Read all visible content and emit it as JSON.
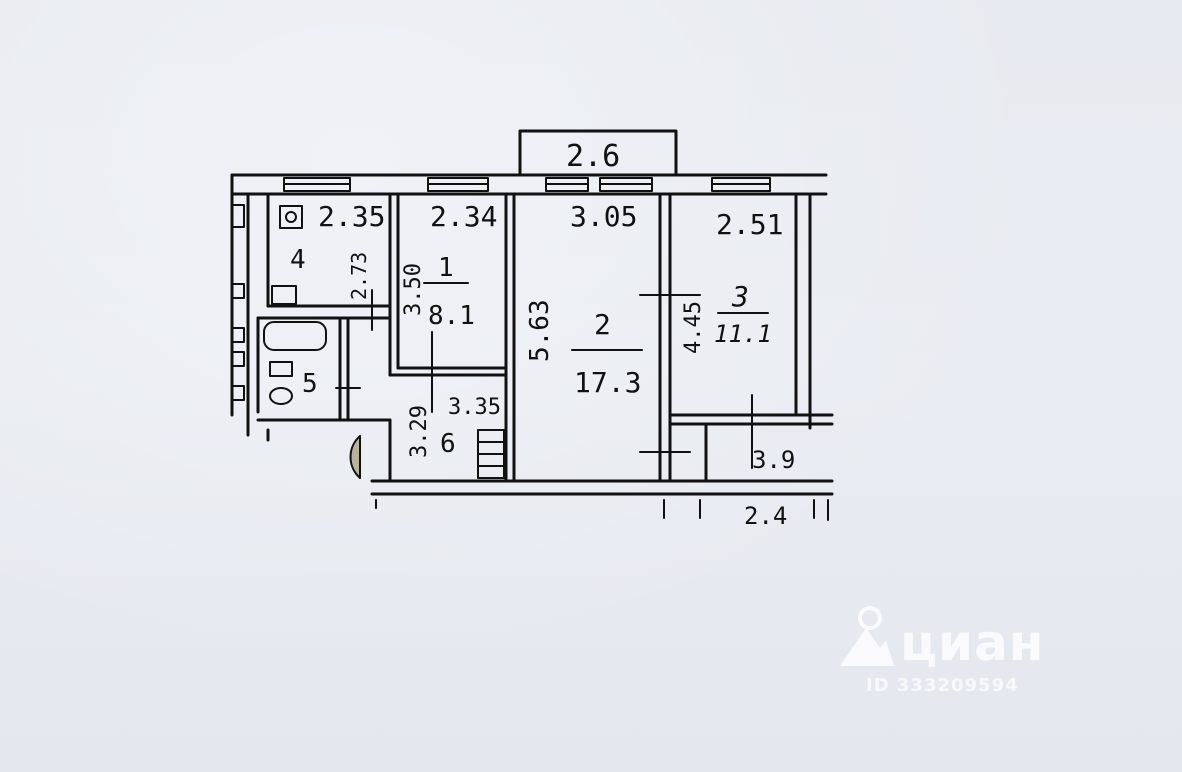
{
  "floor_plan": {
    "balcony_dimension": "2.6",
    "top_dimensions": [
      "2.35",
      "2.34",
      "3.05",
      "2.51"
    ],
    "rooms": [
      {
        "number": "1",
        "area": "8.1",
        "side_dimension": "3.50"
      },
      {
        "number": "2",
        "area": "17.3",
        "side_dimension": "5.63"
      },
      {
        "number": "3",
        "area": "11.1",
        "side_dimension": "4.45"
      },
      {
        "number": "4",
        "side_dimension": "2.73"
      },
      {
        "number": "5"
      },
      {
        "number": "6",
        "side_dimension": "3.29",
        "top_dimension": "3.35"
      }
    ],
    "closet_dimension": "3.9",
    "bottom_fragment": "2.4"
  },
  "watermark": {
    "brand": "циан",
    "id_text": "ID 333209594",
    "color": "#ffffff"
  }
}
